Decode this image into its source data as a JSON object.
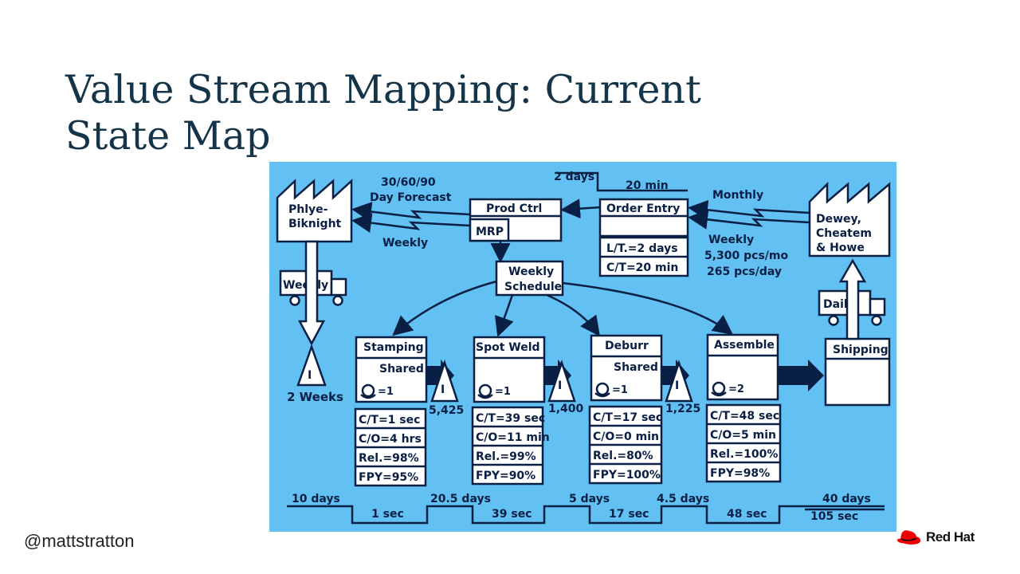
{
  "slide": {
    "title_line1": "Value Stream Mapping: Current",
    "title_line2": "State Map",
    "handle": "@mattstratton",
    "brand": "Red Hat"
  },
  "map": {
    "supplier": {
      "line1": "Phlye-",
      "line2": "Biknight"
    },
    "customer": {
      "line1": "Dewey,",
      "line2": "Cheatem",
      "line3": "& Howe"
    },
    "forecast": {
      "line1": "30/60/90",
      "line2": "Day Forecast"
    },
    "weekly_to_supplier": "Weekly",
    "prod_ctrl": "Prod Ctrl",
    "mrp": "MRP",
    "order_entry": {
      "name": "Order Entry",
      "lt": "L/T.=2 days",
      "ct": "C/T=20 min",
      "top_days": "2 days",
      "top_min": "20 min"
    },
    "monthly": "Monthly",
    "customer_info": {
      "weekly": "Weekly",
      "monthly_demand": "5,300 pcs/mo",
      "daily_demand": "265 pcs/day"
    },
    "weekly_schedule": {
      "line1": "Weekly",
      "line2": "Schedule"
    },
    "supplier_truck": "Weekly",
    "customer_truck": "Daily",
    "supplier_inventory": {
      "symbol": "I",
      "label": "2 Weeks"
    },
    "processes": [
      {
        "name": "Stamping",
        "shared": "Shared",
        "operators": "=1",
        "ct": "C/T=1 sec",
        "co": "C/O=4 hrs",
        "rel": "Rel.=98%",
        "fpy": "FPY=95%"
      },
      {
        "name": "Spot Weld",
        "shared": "",
        "operators": "=1",
        "ct": "C/T=39 sec",
        "co": "C/O=11 min",
        "rel": "Rel.=99%",
        "fpy": "FPY=90%"
      },
      {
        "name": "Deburr",
        "shared": "Shared",
        "operators": "=1",
        "ct": "C/T=17 sec",
        "co": "C/O=0 min",
        "rel": "Rel.=80%",
        "fpy": "FPY=100%"
      },
      {
        "name": "Assemble",
        "shared": "",
        "operators": "=2",
        "ct": "C/T=48 sec",
        "co": "C/O=5 min",
        "rel": "Rel.=100%",
        "fpy": "FPY=98%"
      }
    ],
    "shipping": "Shipping",
    "inventories": [
      {
        "symbol": "I",
        "qty": "5,425"
      },
      {
        "symbol": "I",
        "qty": "1,400"
      },
      {
        "symbol": "I",
        "qty": "1,225"
      }
    ],
    "timeline": {
      "wait": [
        "10 days",
        "20.5 days",
        "5 days",
        "4.5 days",
        "40 days"
      ],
      "process": [
        "1 sec",
        "39 sec",
        "17 sec",
        "48 sec"
      ],
      "total": "105 sec"
    },
    "colors": {
      "background": "#62c0f2",
      "ink": "#0a1f44",
      "box": "#ffffff"
    }
  }
}
